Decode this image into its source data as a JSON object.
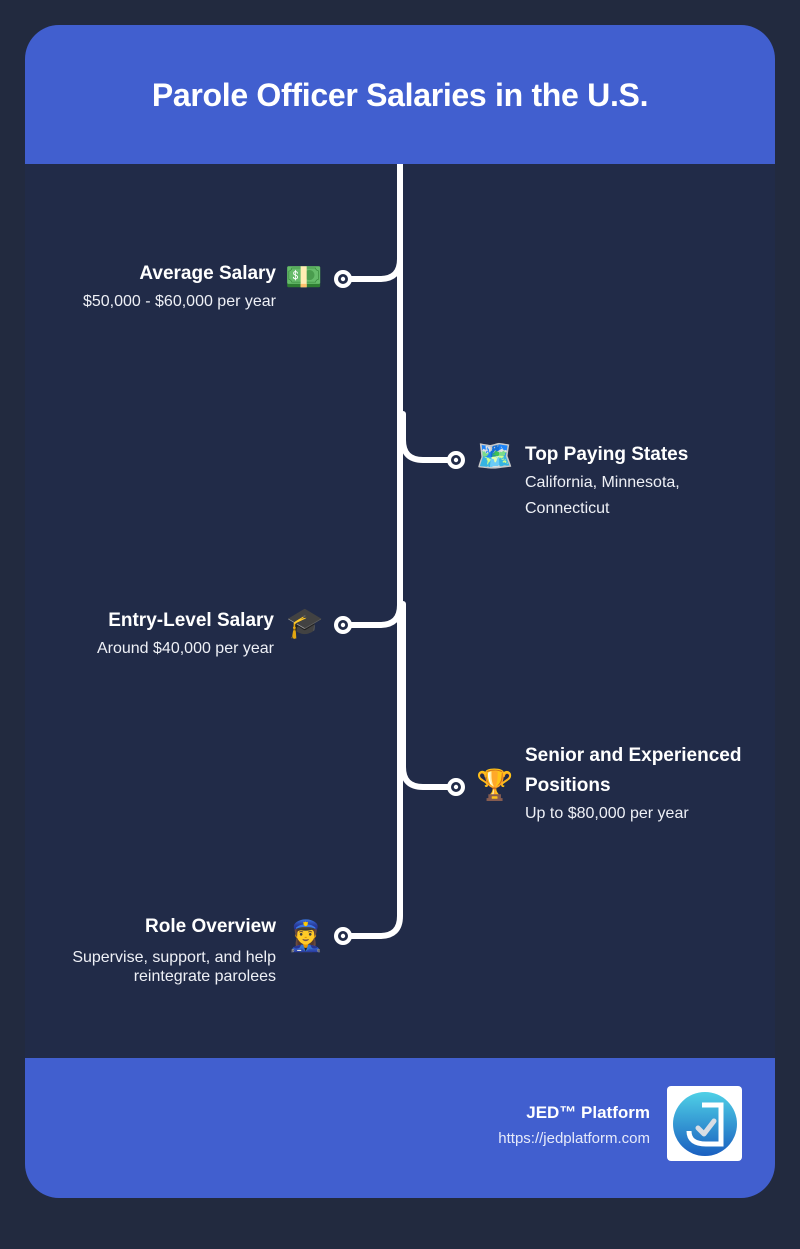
{
  "header": {
    "title": "Parole Officer Salaries in the U.S."
  },
  "timeline": {
    "items": [
      {
        "side": "left",
        "title": "Average Salary",
        "description": "$50,000 - $60,000 per year",
        "icon": "money-icon",
        "emoji": "💵"
      },
      {
        "side": "right",
        "title": "Top Paying States",
        "description": "California, Minnesota, Connecticut",
        "icon": "world-map-icon",
        "emoji": "🗺️"
      },
      {
        "side": "left",
        "title": "Entry-Level Salary",
        "description": "Around $40,000 per year",
        "icon": "graduation-cap-icon",
        "emoji": "🎓"
      },
      {
        "side": "right",
        "title": "Senior and Experienced Positions",
        "description": "Up to $80,000 per year",
        "icon": "trophy-icon",
        "emoji": "🏆"
      },
      {
        "side": "left",
        "title": "Role Overview",
        "description": "Supervise, support, and help reintegrate parolees",
        "icon": "police-officer-icon",
        "emoji": "👮‍♀️"
      }
    ]
  },
  "footer": {
    "brand_name": "JED™ Platform",
    "url": "https://jedplatform.com"
  },
  "colors": {
    "background": "#222a3f",
    "card_body": "#212b48",
    "accent": "#415fcf",
    "line": "#ffffff"
  }
}
